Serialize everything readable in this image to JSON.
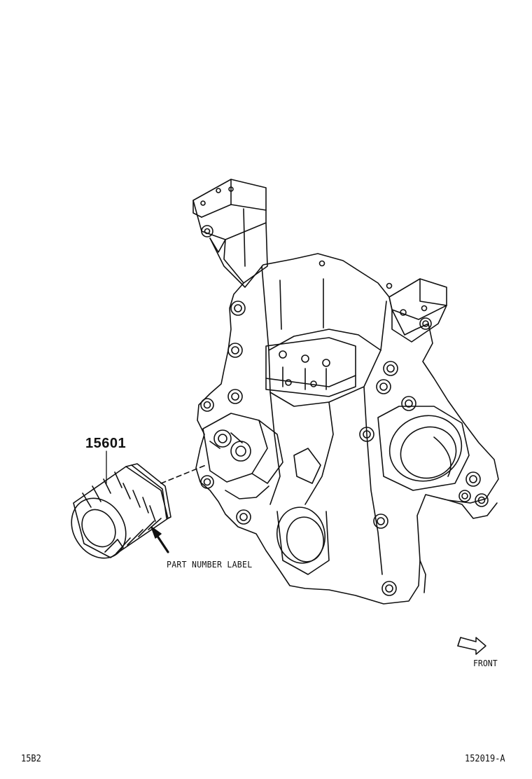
{
  "diagram": {
    "part_number": "15601",
    "callout_label": "PART NUMBER LABEL",
    "direction_label": "FRONT",
    "page_code": "15B2",
    "figure_code": "152019-A"
  },
  "style": {
    "line_color": "#111111",
    "background": "#ffffff"
  }
}
